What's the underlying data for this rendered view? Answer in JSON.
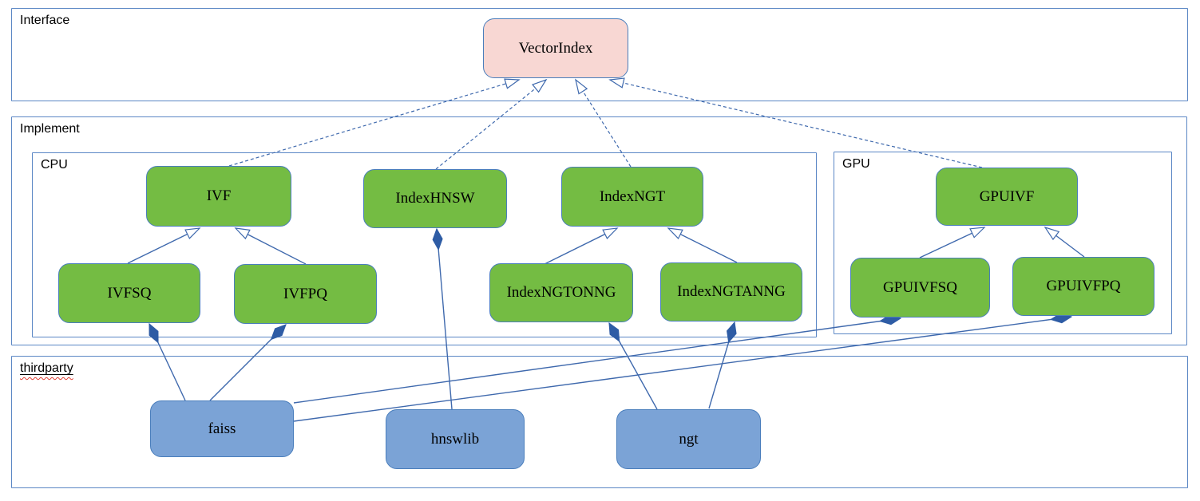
{
  "colors": {
    "interface_fill": "#f8d7d3",
    "implementation_fill": "#74bc43",
    "thirdparty_fill": "#7ba3d6",
    "node_border": "#4a7ebc",
    "frame_border": "#5b87c5",
    "line_color": "#3f69ad",
    "diamond_color": "#2e5ca5",
    "label_color": "#000000",
    "spellcheck_color": "#e03c31"
  },
  "diagram": {
    "containers": {
      "interface": {
        "label": "Interface"
      },
      "implement": {
        "label": "Implement"
      },
      "cpu": {
        "label": "CPU"
      },
      "gpu": {
        "label": "GPU"
      },
      "thirdparty": {
        "label": "thirdparty",
        "spellcheck_underline": true
      }
    },
    "nodes": {
      "vectorindex": {
        "label": "VectorIndex",
        "kind": "interface"
      },
      "ivf": {
        "label": "IVF",
        "kind": "cpu-implementation"
      },
      "indexhnsw": {
        "label": "IndexHNSW",
        "kind": "cpu-implementation"
      },
      "indexngt": {
        "label": "IndexNGT",
        "kind": "cpu-implementation"
      },
      "ivfsq": {
        "label": "IVFSQ",
        "kind": "cpu-implementation"
      },
      "ivfpq": {
        "label": "IVFPQ",
        "kind": "cpu-implementation"
      },
      "indexngtonng": {
        "label": "IndexNGTONNG",
        "kind": "cpu-implementation"
      },
      "indexngtanng": {
        "label": "IndexNGTANNG",
        "kind": "cpu-implementation"
      },
      "gpuivf": {
        "label": "GPUIVF",
        "kind": "gpu-implementation"
      },
      "gpuivfsq": {
        "label": "GPUIVFSQ",
        "kind": "gpu-implementation"
      },
      "gpuivfpq": {
        "label": "GPUIVFPQ",
        "kind": "gpu-implementation"
      },
      "faiss": {
        "label": "faiss",
        "kind": "thirdparty-library"
      },
      "hnswlib": {
        "label": "hnswlib",
        "kind": "thirdparty-library"
      },
      "ngt": {
        "label": "ngt",
        "kind": "thirdparty-library"
      }
    },
    "edges": [
      {
        "from": "ivf",
        "to": "vectorindex",
        "relation": "realization",
        "style": "dashed-open-arrow"
      },
      {
        "from": "indexhnsw",
        "to": "vectorindex",
        "relation": "realization",
        "style": "dashed-open-arrow"
      },
      {
        "from": "indexngt",
        "to": "vectorindex",
        "relation": "realization",
        "style": "dashed-open-arrow"
      },
      {
        "from": "gpuivf",
        "to": "vectorindex",
        "relation": "realization",
        "style": "dashed-open-arrow"
      },
      {
        "from": "ivfsq",
        "to": "ivf",
        "relation": "generalization",
        "style": "solid-open-arrow"
      },
      {
        "from": "ivfpq",
        "to": "ivf",
        "relation": "generalization",
        "style": "solid-open-arrow"
      },
      {
        "from": "indexngtonng",
        "to": "indexngt",
        "relation": "generalization",
        "style": "solid-open-arrow"
      },
      {
        "from": "indexngtanng",
        "to": "indexngt",
        "relation": "generalization",
        "style": "solid-open-arrow"
      },
      {
        "from": "gpuivfsq",
        "to": "gpuivf",
        "relation": "generalization",
        "style": "solid-open-arrow"
      },
      {
        "from": "gpuivfpq",
        "to": "gpuivf",
        "relation": "generalization",
        "style": "solid-open-arrow"
      },
      {
        "from": "faiss",
        "to": "ivfsq",
        "relation": "composition",
        "style": "solid-filled-diamond"
      },
      {
        "from": "faiss",
        "to": "ivfpq",
        "relation": "composition",
        "style": "solid-filled-diamond"
      },
      {
        "from": "faiss",
        "to": "gpuivfsq",
        "relation": "composition",
        "style": "solid-filled-diamond"
      },
      {
        "from": "faiss",
        "to": "gpuivfpq",
        "relation": "composition",
        "style": "solid-filled-diamond"
      },
      {
        "from": "hnswlib",
        "to": "indexhnsw",
        "relation": "composition",
        "style": "solid-filled-diamond"
      },
      {
        "from": "ngt",
        "to": "indexngtonng",
        "relation": "composition",
        "style": "solid-filled-diamond"
      },
      {
        "from": "ngt",
        "to": "indexngtanng",
        "relation": "composition",
        "style": "solid-filled-diamond"
      }
    ]
  }
}
